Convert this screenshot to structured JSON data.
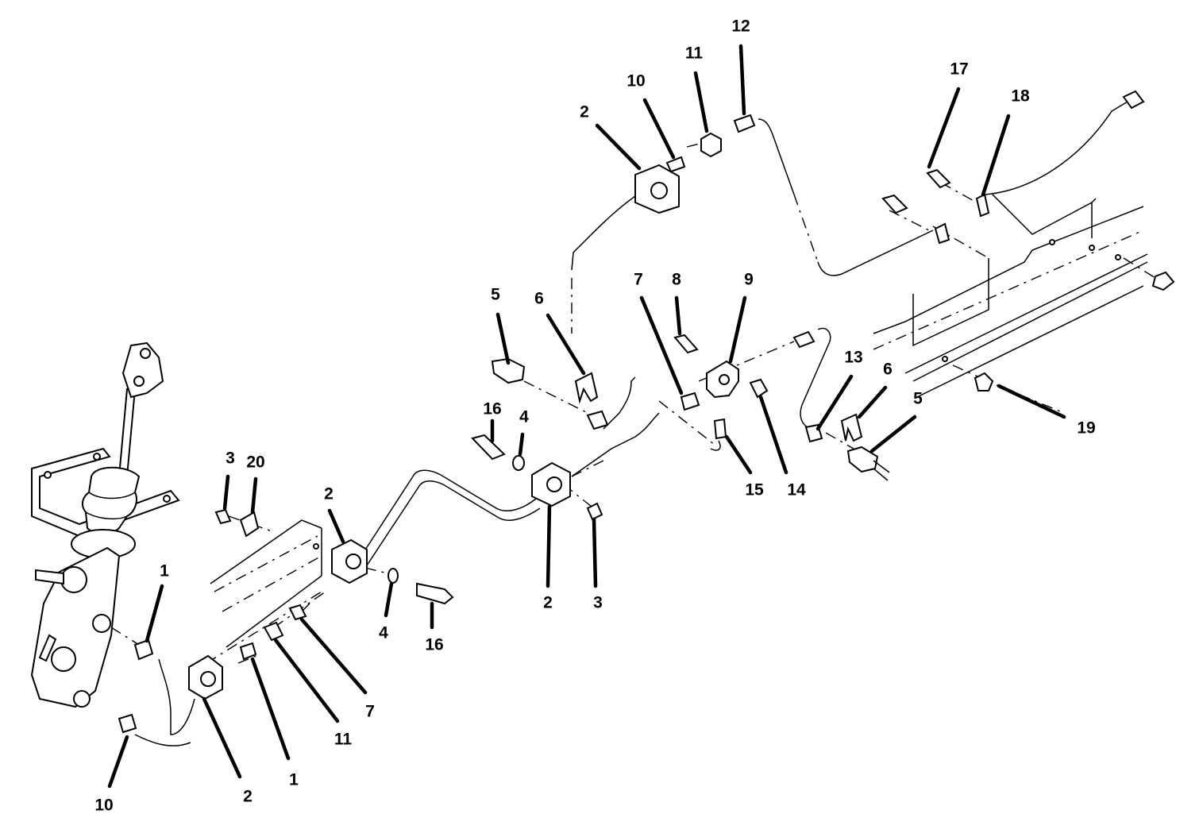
{
  "diagram": {
    "title": "",
    "callouts": [
      {
        "id": "c-12a",
        "number": "12"
      },
      {
        "id": "c-11a",
        "number": "11"
      },
      {
        "id": "c-10a",
        "number": "10"
      },
      {
        "id": "c-2a",
        "number": "2"
      },
      {
        "id": "c-17",
        "number": "17"
      },
      {
        "id": "c-18",
        "number": "18"
      },
      {
        "id": "c-5a",
        "number": "5"
      },
      {
        "id": "c-6a",
        "number": "6"
      },
      {
        "id": "c-7a",
        "number": "7"
      },
      {
        "id": "c-8",
        "number": "8"
      },
      {
        "id": "c-9",
        "number": "9"
      },
      {
        "id": "c-13",
        "number": "13"
      },
      {
        "id": "c-6b",
        "number": "6"
      },
      {
        "id": "c-5b",
        "number": "5"
      },
      {
        "id": "c-19",
        "number": "19"
      },
      {
        "id": "c-16a",
        "number": "16"
      },
      {
        "id": "c-4a",
        "number": "4"
      },
      {
        "id": "c-15",
        "number": "15"
      },
      {
        "id": "c-14",
        "number": "14"
      },
      {
        "id": "c-3a",
        "number": "3"
      },
      {
        "id": "c-20",
        "number": "20"
      },
      {
        "id": "c-2b",
        "number": "2"
      },
      {
        "id": "c-2c",
        "number": "2"
      },
      {
        "id": "c-3b",
        "number": "3"
      },
      {
        "id": "c-1a",
        "number": "1"
      },
      {
        "id": "c-4b",
        "number": "4"
      },
      {
        "id": "c-16b",
        "number": "16"
      },
      {
        "id": "c-7b",
        "number": "7"
      },
      {
        "id": "c-11b",
        "number": "11"
      },
      {
        "id": "c-1b",
        "number": "1"
      },
      {
        "id": "c-10b",
        "number": "10"
      },
      {
        "id": "c-2d",
        "number": "2"
      }
    ]
  }
}
